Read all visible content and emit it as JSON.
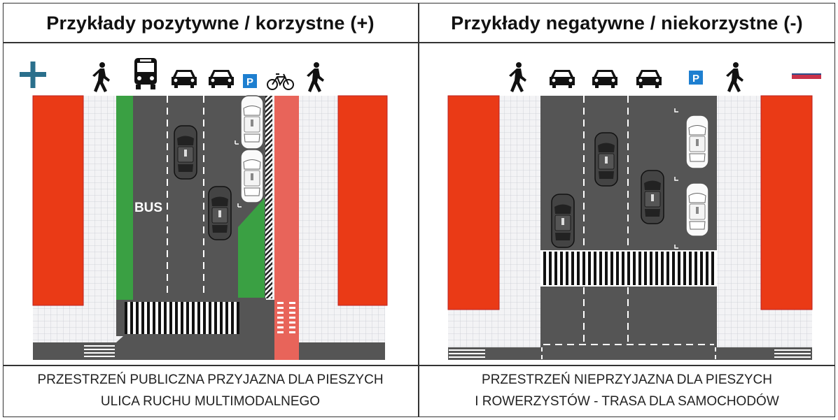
{
  "panels": {
    "positive": {
      "title": "Przykłady pozytywne / korzystne (+)",
      "sign": "+",
      "sign_color": "#2a6f8c",
      "road_label": "BUS",
      "caption_line1": "PRZESTRZEŃ PUBLICZNA PRZYJAZNA DLA PIESZYCH",
      "caption_line2": "ULICA RUCHU MULTIMODALNEGO",
      "icons": [
        "pedestrian-icon",
        "bus-icon",
        "car-icon",
        "car-icon",
        "parking-icon",
        "bicycle-icon",
        "pedestrian-icon"
      ]
    },
    "negative": {
      "title": "Przykłady negatywne / niekorzystne (-)",
      "sign": "−",
      "sign_color": "#c8324a",
      "caption_line1": "PRZESTRZEŃ NIEPRZYJAZNA DLA PIESZYCH",
      "caption_line2": "I ROWERZYSTÓW - TRASA DLA SAMOCHODÓW",
      "icons": [
        "pedestrian-icon",
        "car-icon",
        "car-icon",
        "car-icon",
        "parking-icon",
        "pedestrian-icon"
      ]
    }
  },
  "colors": {
    "building": "#ea3a16",
    "road": "#555555",
    "bus_lane": "#3aa043",
    "bike_lane": "#e8645a",
    "sidewalk": "#f0f0f2",
    "parking_sign": "#1e7fd0"
  },
  "parking_letter": "P"
}
